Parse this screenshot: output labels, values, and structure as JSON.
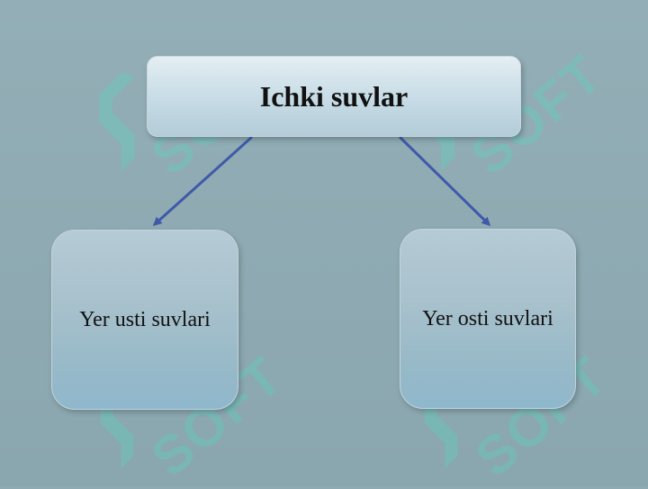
{
  "diagram": {
    "root": {
      "label": "Ichki suvlar"
    },
    "children": [
      {
        "label": "Yer usti suvlari"
      },
      {
        "label": "Yer osti suvlari"
      }
    ],
    "colors": {
      "background": "#8faab2",
      "node_fill": "#b3ccd8",
      "arrow": "#3e5aa8",
      "watermark": "#5ad6c0"
    }
  },
  "watermark": {
    "text": "SOFT"
  }
}
